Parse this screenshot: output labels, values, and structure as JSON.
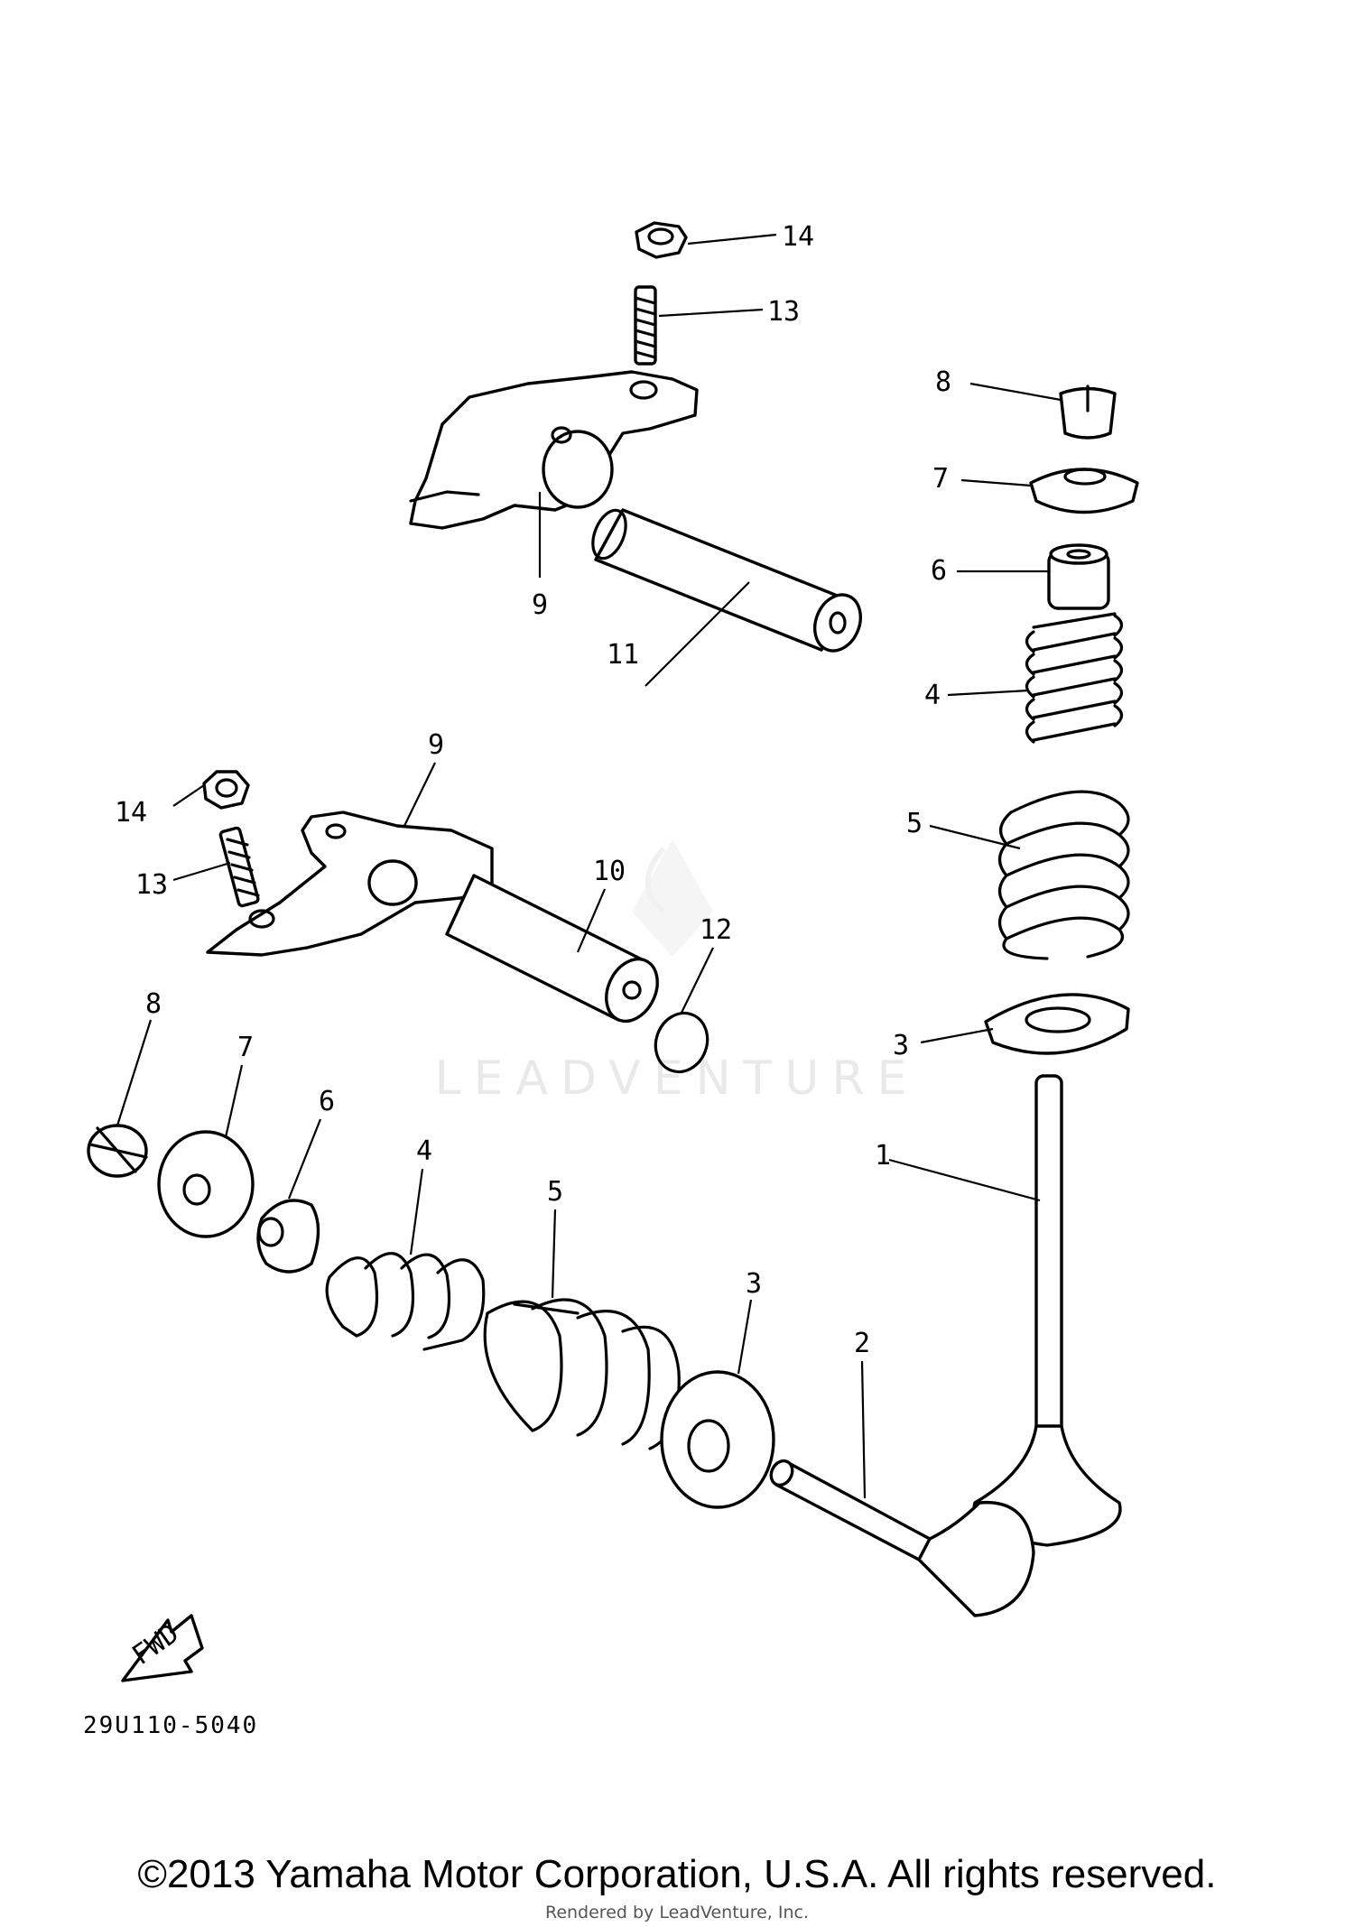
{
  "diagram": {
    "code": "29U110-5040",
    "watermark": "LEADVENTURE",
    "fwd_label": "FWD",
    "callouts": {
      "top_nut": "14",
      "top_stud": "13",
      "top_arm": "9",
      "top_shaft": "11",
      "mid_nut": "14",
      "mid_stud": "13",
      "mid_arm": "9",
      "mid_shaft": "10",
      "mid_oring": "12",
      "r_cotter": "8",
      "r_retainer": "7",
      "r_seal": "6",
      "r_inner_spring": "4",
      "r_outer_spring": "5",
      "r_seat": "3",
      "r_valve": "1",
      "b_cotter": "8",
      "b_retainer": "7",
      "b_seal": "6",
      "b_inner_spring": "4",
      "b_outer_spring": "5",
      "b_seat": "3",
      "b_valve": "2"
    }
  },
  "footer": {
    "copyright": "©2013 Yamaha Motor Corporation, U.S.A. All rights reserved.",
    "rendered_by": "Rendered by LeadVenture, Inc."
  }
}
